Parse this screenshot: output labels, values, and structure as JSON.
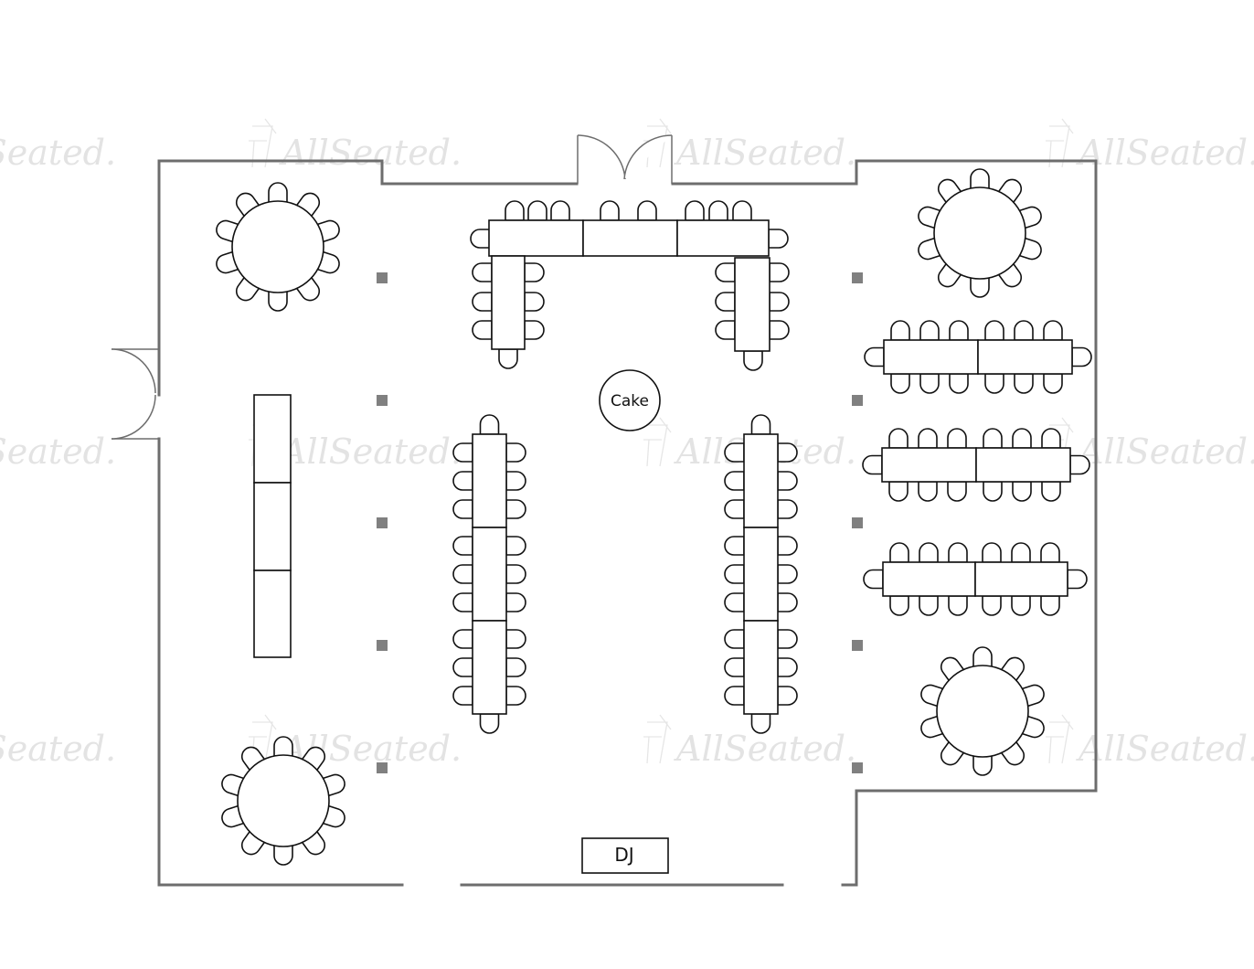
{
  "watermark": {
    "text": "AllSeated."
  },
  "labels": {
    "cake": "Cake",
    "dj": "DJ"
  },
  "colors": {
    "wall": "#6d6d6d",
    "outline": "#111111",
    "column": "#808080",
    "watermark": "#e3e3e3"
  }
}
